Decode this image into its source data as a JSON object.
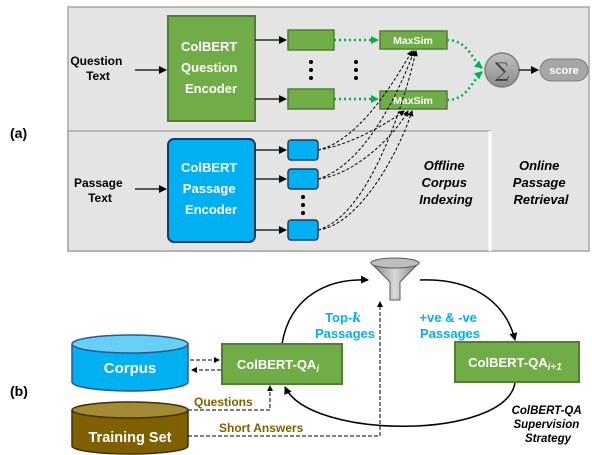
{
  "part_a": {
    "label": "(a)",
    "question_text": [
      "Question",
      "Text"
    ],
    "question_encoder": [
      "ColBERT",
      "Question",
      "Encoder"
    ],
    "passage_text": [
      "Passage",
      "Text"
    ],
    "passage_encoder": [
      "ColBERT",
      "Passage",
      "Encoder"
    ],
    "maxsim_top": "MaxSim",
    "maxsim_bottom": "MaxSim",
    "sum_symbol": "∑",
    "score": "score",
    "offline": [
      "Offline",
      "Corpus",
      "Indexing"
    ],
    "online": [
      "Online",
      "Passage",
      "Retrieval"
    ]
  },
  "part_b": {
    "label": "(b)",
    "corpus": "Corpus",
    "training_set": "Training Set",
    "model_i": "ColBERT-QA",
    "model_i_sub": "i",
    "model_next": "ColBERT-QA",
    "model_next_sub": "i+1",
    "topk_prefix": "Top-",
    "topk_k": "k",
    "passages": "Passages",
    "pos_neg": "+ve & -ve",
    "pos_neg_passages": "Passages",
    "questions": "Questions",
    "short_answers": "Short Answers",
    "strategy": [
      "ColBERT-QA",
      "Supervision",
      "Strategy"
    ]
  },
  "colors": {
    "green": "#70ad47",
    "green_stroke": "#507e32",
    "blue": "#00b0f0",
    "blue_stroke": "#2f5597",
    "gray_panel": "#e4e4e4",
    "brown": "#7f6000",
    "accent_text_blue": "#00b0f0",
    "accent_text_brown": "#7f6000",
    "dotted_green": "#00b050"
  }
}
